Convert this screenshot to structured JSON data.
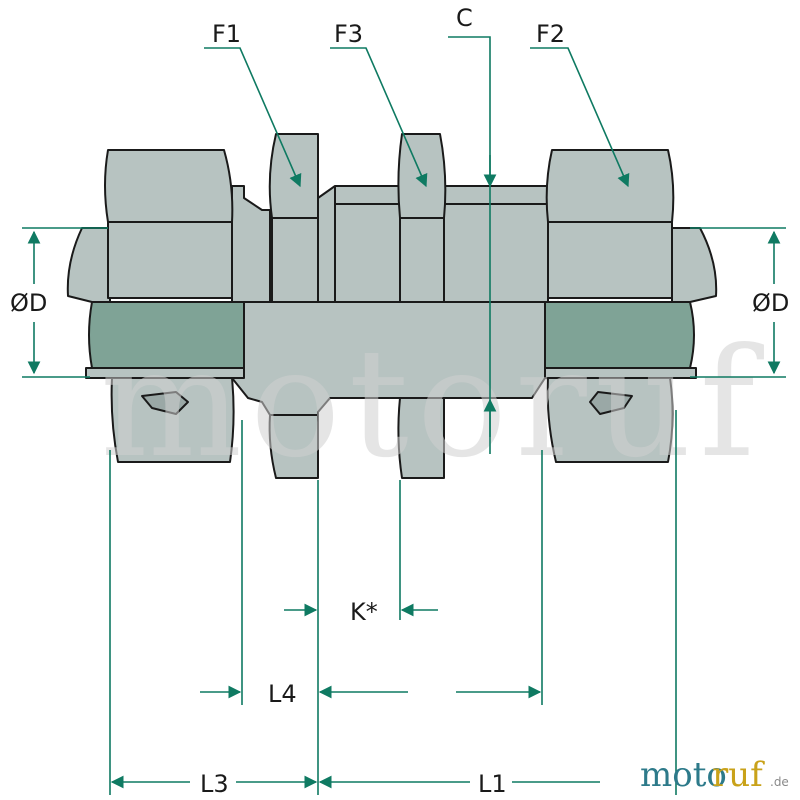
{
  "labels": {
    "f1": "F1",
    "f3": "F3",
    "c": "C",
    "f2": "F2",
    "od_left": "ØD",
    "od_right": "ØD",
    "k": "K*",
    "l4": "L4",
    "l3": "L3",
    "l1": "L1"
  },
  "watermark": "motoruf",
  "logo": {
    "part1": "moto",
    "part2": "ruf",
    "suffix": ".de"
  },
  "colors": {
    "line": "#0f7a62",
    "metal": "#b7c3c1",
    "metal_dark": "#9aa8a6",
    "tube": "#7fa396",
    "outline": "#1a1a1a"
  }
}
